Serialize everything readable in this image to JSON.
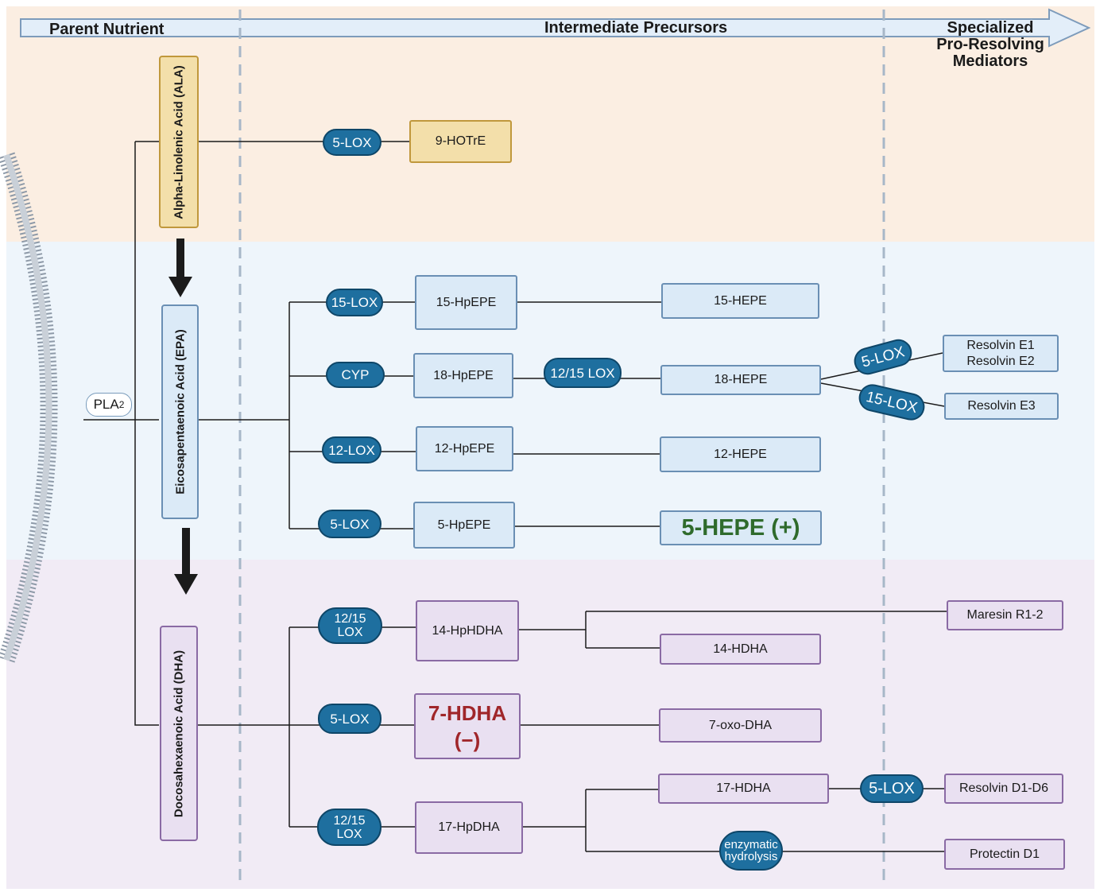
{
  "header": {
    "parent": "Parent Nutrient",
    "intermediate": "Intermediate Precursors",
    "spm_line1": "Specialized",
    "spm_line2": "Pro-Resolving",
    "spm_line3": "Mediators"
  },
  "pla": {
    "main": "PLA",
    "sub": "2"
  },
  "sources": {
    "ala": "Alpha-Linolenic Acid (ALA)",
    "epa": "Eicosapentaenoic Acid (EPA)",
    "dha": "Docosahexaenoic Acid (DHA)"
  },
  "enzymes": {
    "ala_5lox": "5-LOX",
    "epa_15lox": "15-LOX",
    "epa_cyp": "CYP",
    "epa_1215": "12/15 LOX",
    "epa_12lox": "12-LOX",
    "epa_5lox": "5-LOX",
    "res_5lox": "5-LOX",
    "res_15lox": "15-LOX",
    "dha_1215_a_l1": "12/15",
    "dha_1215_a_l2": "LOX",
    "dha_5lox": "5-LOX",
    "dha_1215_b_l1": "12/15",
    "dha_1215_b_l2": "LOX",
    "rd_5lox": "5-LOX",
    "enz_l1": "enzymatic",
    "enz_l2": "hydrolysis"
  },
  "intermediates": {
    "hotre": "9-HOTrE",
    "hpepe15": "15-HpEPE",
    "hpepe18": "18-HpEPE",
    "hpepe12": "12-HpEPE",
    "hpepe5": "5-HpEPE",
    "hphdha14": "14-HpHDHA",
    "hdha7_l1": "7-HDHA",
    "hdha7_l2": "(−)",
    "hpdha17": "17-HpDHA"
  },
  "products": {
    "hepe15": "15-HEPE",
    "hepe18": "18-HEPE",
    "hepe12": "12-HEPE",
    "hepe5": "5-HEPE (+)",
    "hdha14": "14-HDHA",
    "oxodha7": "7-oxo-DHA",
    "hdha17": "17-HDHA"
  },
  "spms": {
    "re1": "Resolvin E1",
    "re2": "Resolvin E2",
    "re3": "Resolvin E3",
    "maresin": "Maresin R1-2",
    "resd": "Resolvin D1-D6",
    "protectin": "Protectin D1"
  },
  "colors": {
    "ala_band": "#fbeee2",
    "epa_band": "#eef5fb",
    "dha_band": "#f1ebf5",
    "enzyme": "#1e6f9f",
    "positive": "#2f6b2c",
    "negative": "#a0262a"
  }
}
